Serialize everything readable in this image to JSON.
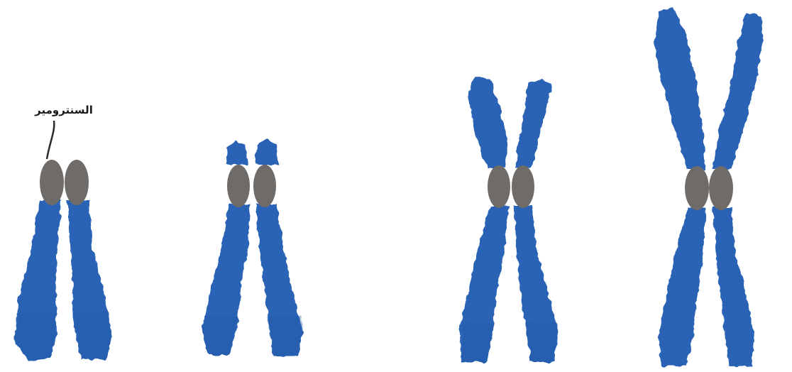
{
  "labels": {
    "centromere": "السنترومير"
  },
  "colors": {
    "chromatid": "#2a63b5",
    "chromatid_shade": "#2256a3",
    "centromere": "#6f6b68",
    "leader_line": "#2b2b2b",
    "background": "#ffffff"
  },
  "chromosome_types": [
    {
      "id": "telocentric"
    },
    {
      "id": "acrocentric"
    },
    {
      "id": "submetacentric"
    },
    {
      "id": "metacentric"
    }
  ]
}
